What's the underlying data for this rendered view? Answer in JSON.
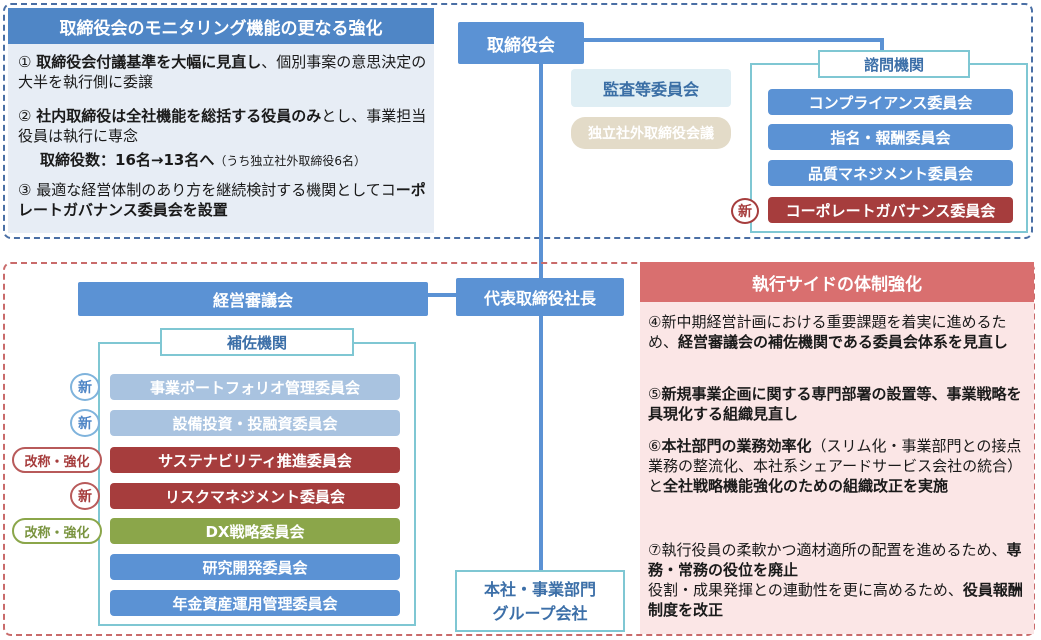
{
  "top": {
    "title": "取締役会のモニタリング機能の更なる強化",
    "items": [
      {
        "num": "①",
        "bold": "取締役会付議基準を大幅に見直し",
        "rest": "、個別事案の意思決定の大半を執行側に委譲"
      },
      {
        "num": "②",
        "bold": "社内取締役は全社機能を総括する役員のみ",
        "rest": "とし、事業担当役員は執行に専念"
      },
      {
        "num": "③",
        "pre": "最適な経営体制のあり方を継続検討する機関としてコ",
        "bold": "ーポレートガバナンス委員会を設置"
      }
    ],
    "count_bold": "取締役数：16名→13名へ",
    "count_small": "（うち独立社外取締役6名）"
  },
  "board": {
    "name": "取締役会",
    "audit": "監査等委員会",
    "independent": "独立社外取締役会議",
    "advisory_label": "諮問機関",
    "advisory": [
      {
        "label": "コンプライアンス委員会",
        "style": "blue"
      },
      {
        "label": "指名・報酬委員会",
        "style": "blue"
      },
      {
        "label": "品質マネジメント委員会",
        "style": "blue"
      },
      {
        "label": "コーポレートガバナンス委員会",
        "style": "red",
        "badge": "新"
      }
    ]
  },
  "exec": {
    "council": "経営審議会",
    "president": "代表取締役社長",
    "hq": "本社・事業部門\nグループ会社",
    "support_label": "補佐機関",
    "committees": [
      {
        "label": "事業ポートフォリオ管理委員会",
        "style": "light",
        "badge": "新"
      },
      {
        "label": "設備投資・投融資委員会",
        "style": "light",
        "badge": "新"
      },
      {
        "label": "サステナビリティ推進委員会",
        "style": "red",
        "badge": "改称・強化"
      },
      {
        "label": "リスクマネジメント委員会",
        "style": "red",
        "badge": "新"
      },
      {
        "label": "DX戦略委員会",
        "style": "green",
        "badge": "改称・強化"
      },
      {
        "label": "研究開発委員会",
        "style": "blue",
        "badge": ""
      },
      {
        "label": "年金資産運用管理委員会",
        "style": "blue",
        "badge": ""
      }
    ]
  },
  "exec_side": {
    "title": "執行サイドの体制強化",
    "items": [
      {
        "num": "④",
        "pre": "新中期経営計画における重要課題を着実に進めるため、",
        "bold": "経営審議会の補佐機関である委員会体系を見直し",
        "post": ""
      },
      {
        "num": "⑤",
        "pre": "",
        "bold": "新規事業企画に関する専門部署の設置等、事業戦略を具現化する組織見直し",
        "post": ""
      },
      {
        "num": "⑥",
        "pre": "",
        "bold": "本社部門の業務効率化",
        "post": "（スリム化・事業部門との接点業務の整流化、本社系シェアードサービス会社の統合）と"
      },
      {
        "num": "⑦",
        "pre": "執行役員の柔軟かつ適材適所の配置を進めるため、",
        "bold": "専務・常務の役位を廃止",
        "post": ""
      }
    ],
    "item6_bold2": "全社戦略機能強化のための組織改正を実施",
    "item7_line2": "役割・成果発揮との連動性を更に高めるため、",
    "item7_bold2": "役員報酬制度を改正"
  }
}
